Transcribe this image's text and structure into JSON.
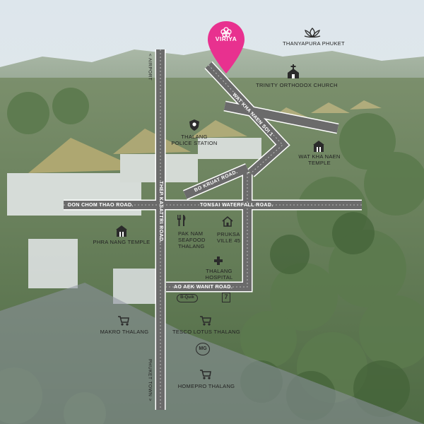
{
  "pin": {
    "label": "VIRIYA",
    "color": "#e8318f"
  },
  "colors": {
    "road": "#6b6b6b",
    "road_edge": "#ffffff",
    "icon": "#2b2b2b"
  },
  "edge_labels": {
    "top": "AIRPORT",
    "bottom": "PHUKET TOWN"
  },
  "roads": {
    "thep_kasattri": "THEP KASATTRI ROAD.",
    "don_chom_thao": "DON CHOM THAO ROAD.",
    "tonsai": "TONSAI WATERFALL ROAD.",
    "bo_kruat": "BO KRUAT ROAD.",
    "wat_kha_naen_soi": "WAT KHA NAEN SOI 1",
    "ao_aek_wanit": "AO AEK WANIT ROAD."
  },
  "landmarks": {
    "thanyapura": {
      "label": "THANYAPURA PHUKET",
      "icon": "lotus-icon"
    },
    "trinity": {
      "label": "TRINITY ORTHODOX CHURCH",
      "icon": "church-icon"
    },
    "police": {
      "line1": "THALANG",
      "line2": "POLICE STATION",
      "icon": "police-badge-icon"
    },
    "wat_kha_naen": {
      "line1": "WAT KHA NAEN",
      "line2": "TEMPLE",
      "icon": "temple-icon"
    },
    "pak_nam": {
      "line1": "PAK NAM",
      "line2": "SEAFOOD",
      "line3": "THALANG",
      "icon": "fork-knife-icon"
    },
    "pruksa": {
      "line1": "PRUKSA",
      "line2": "VILLE 45",
      "icon": "house-icon"
    },
    "phra_nang": {
      "label": "PHRA NANG TEMPLE",
      "icon": "temple-icon"
    },
    "hospital": {
      "line1": "THALANG",
      "line2": "HOSPITAL",
      "icon": "cross-icon"
    },
    "big_c": {
      "label": "B-Quik",
      "icon": "bquik-logo-icon"
    },
    "seven": {
      "label": "7",
      "icon": "seven-eleven-icon"
    },
    "makro": {
      "label": "MAKRO THALANG",
      "icon": "cart-icon"
    },
    "tesco": {
      "label": "TESCO LOTUS THALANG",
      "icon": "cart-icon"
    },
    "mg": {
      "label": "MG",
      "icon": "mg-logo-icon"
    },
    "homepro": {
      "label": "HOMEPRO THALANG",
      "icon": "cart-icon"
    }
  }
}
